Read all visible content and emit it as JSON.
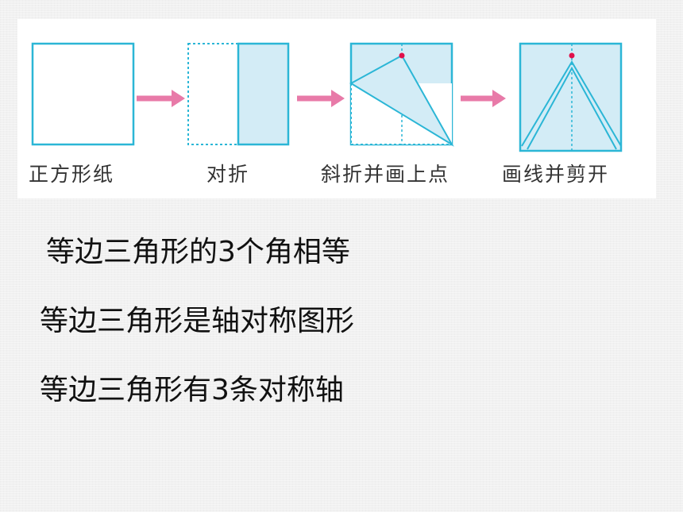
{
  "diagram": {
    "steps": [
      {
        "caption": "正方形纸"
      },
      {
        "caption": "对折"
      },
      {
        "caption": "斜折并画上点"
      },
      {
        "caption": "画线并剪开"
      }
    ],
    "colors": {
      "outline": "#2bb6d6",
      "fill": "#d3ecf6",
      "arrow": "#e87aa8",
      "point": "#e0104a"
    }
  },
  "statements": [
    "等边三角形的3个角相等",
    "等边三角形是轴对称图形",
    "等边三角形有3条对称轴"
  ]
}
